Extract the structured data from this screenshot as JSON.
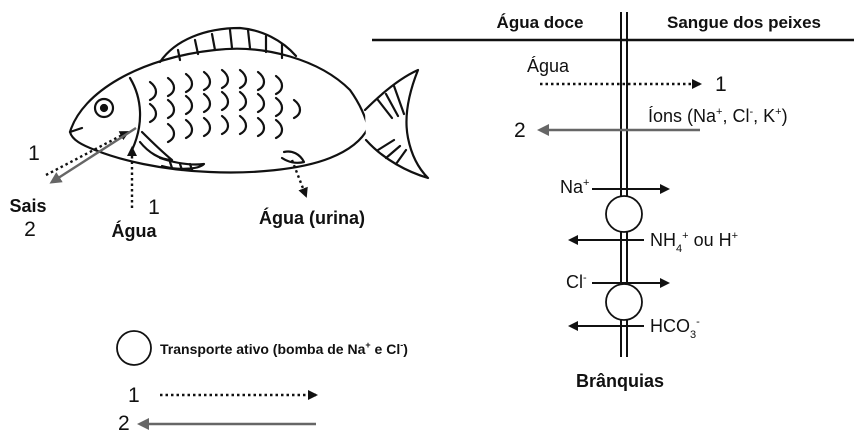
{
  "header": {
    "left_title": "Água doce",
    "right_title": "Sangue dos peixes"
  },
  "fish_labels": {
    "water_in_number": "1",
    "salts_out_number": "1",
    "salts_label": "Sais",
    "salts_number": "2",
    "water_label": "Água",
    "water_number": "1",
    "urine_label": "Água (urina)"
  },
  "gill_flows": {
    "water_label": "Água",
    "water_number": "1",
    "ions_label_prefix": "Íons (Na",
    "ions_sup1": "+",
    "ions_mid1": ", Cl",
    "ions_sup2": "-",
    "ions_mid2": ", K",
    "ions_sup3": "+",
    "ions_suffix": ")",
    "ions_number": "2",
    "na_label": "Na",
    "na_sup": "+",
    "nh4_label": "NH",
    "nh4_sub": "4",
    "nh4_sup": "+",
    "nh4_connector": " ou H",
    "h_sup": "+",
    "cl_label": "Cl",
    "cl_sup": "-",
    "hco3_label": "HCO",
    "hco3_sub": "3",
    "hco3_sup": "-",
    "gills_label": "Brânquias"
  },
  "legend": {
    "pump_label_prefix": "Transporte ativo (bomba de Na",
    "pump_sup1": "+",
    "pump_mid": " e Cl",
    "pump_sup2": "-",
    "pump_suffix": ")",
    "dotted_number": "1",
    "solid_number": "2"
  }
}
